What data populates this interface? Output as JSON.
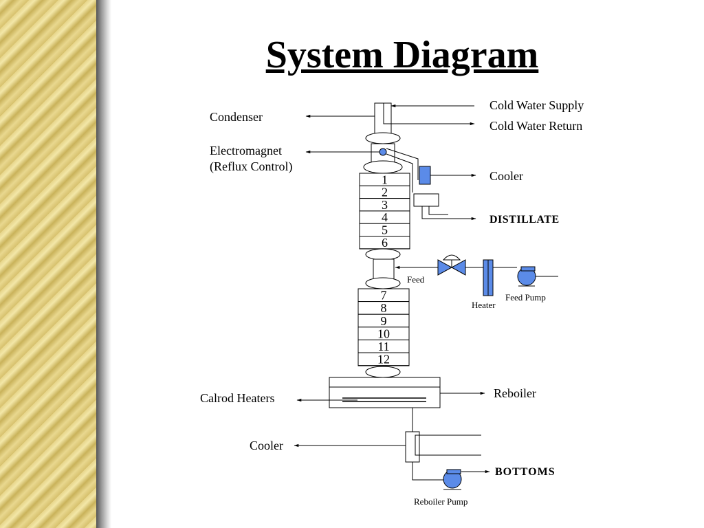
{
  "title": "System Diagram",
  "colors": {
    "accent_blue": "#5b8be8",
    "panel_gold": "#e6d489"
  },
  "labels": {
    "condenser": "Condenser",
    "electromagnet_line1": "Electromagnet",
    "electromagnet_line2": "(Reflux Control)",
    "cold_water_supply": "Cold Water Supply",
    "cold_water_return": "Cold Water Return",
    "cooler_top": "Cooler",
    "distillate": "DISTILLATE",
    "feed": "Feed",
    "heater": "Heater",
    "feed_pump": "Feed Pump",
    "reboiler": "Reboiler",
    "calrod_heaters": "Calrod Heaters",
    "cooler_bottom": "Cooler",
    "bottoms": "BOTTOMS",
    "reboiler_pump": "Reboiler Pump"
  },
  "trays_upper": [
    "1",
    "2",
    "3",
    "4",
    "5",
    "6"
  ],
  "trays_lower": [
    "7",
    "8",
    "9",
    "10",
    "11",
    "12"
  ]
}
